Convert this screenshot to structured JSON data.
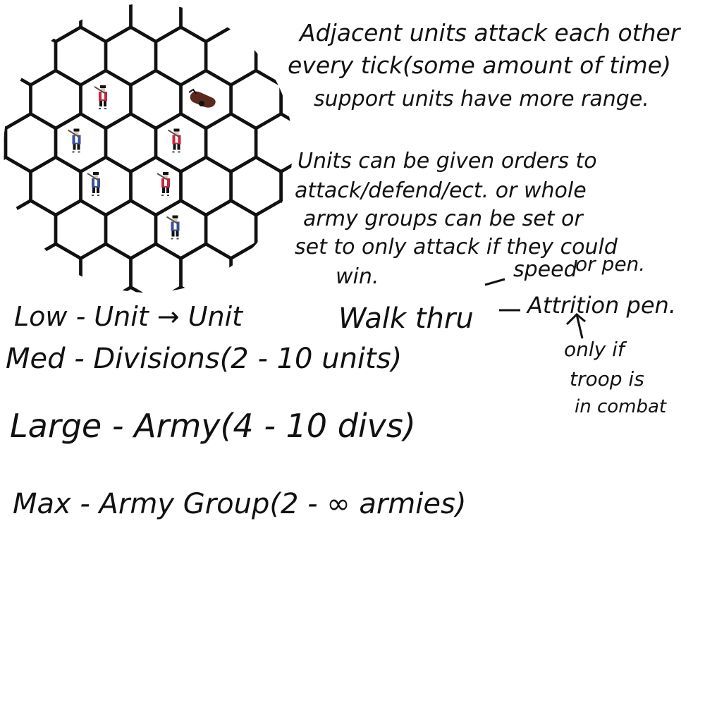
{
  "colors": {
    "ink": "#111111",
    "red_coat": "#c8253f",
    "blue_coat": "#3b4f9a",
    "cannon": "#5a2a1c",
    "background": "#ffffff"
  },
  "hex_map": {
    "units": [
      {
        "side": "blue",
        "type": "musketeer-icon"
      },
      {
        "side": "red",
        "type": "musketeer-icon"
      },
      {
        "side": "red",
        "type": "musketeer-icon"
      },
      {
        "side": "blue",
        "type": "musketeer-icon"
      },
      {
        "side": "red",
        "type": "musketeer-icon"
      },
      {
        "side": "blue",
        "type": "musketeer-icon"
      },
      {
        "side": "red",
        "type": "cannon-icon"
      }
    ]
  },
  "notes": {
    "combat": {
      "line1": "Adjacent units attack each other",
      "line2": "every tick(some amount of time)",
      "line3": "support units have more range."
    },
    "orders": {
      "line1": "Units can be given orders to",
      "line2": "attack/defend/ect. or whole",
      "line3": "army groups can be set or",
      "line4": "set to only attack if they could",
      "line5": "win."
    },
    "walk": {
      "label": "Walk thru",
      "option1": "speed",
      "option1_suffix": "or pen.",
      "option2": "Attrition pen.",
      "arrow_note_line1": "only if",
      "arrow_note_line2": "troop is",
      "arrow_note_line3": "in combat"
    },
    "hierarchy": {
      "low": "Low - Unit → Unit",
      "med": "Med - Divisions(2 - 10 units)",
      "large": "Large - Army(4 - 10 divs)",
      "max": "Max - Army Group(2 - ∞ armies)"
    }
  }
}
